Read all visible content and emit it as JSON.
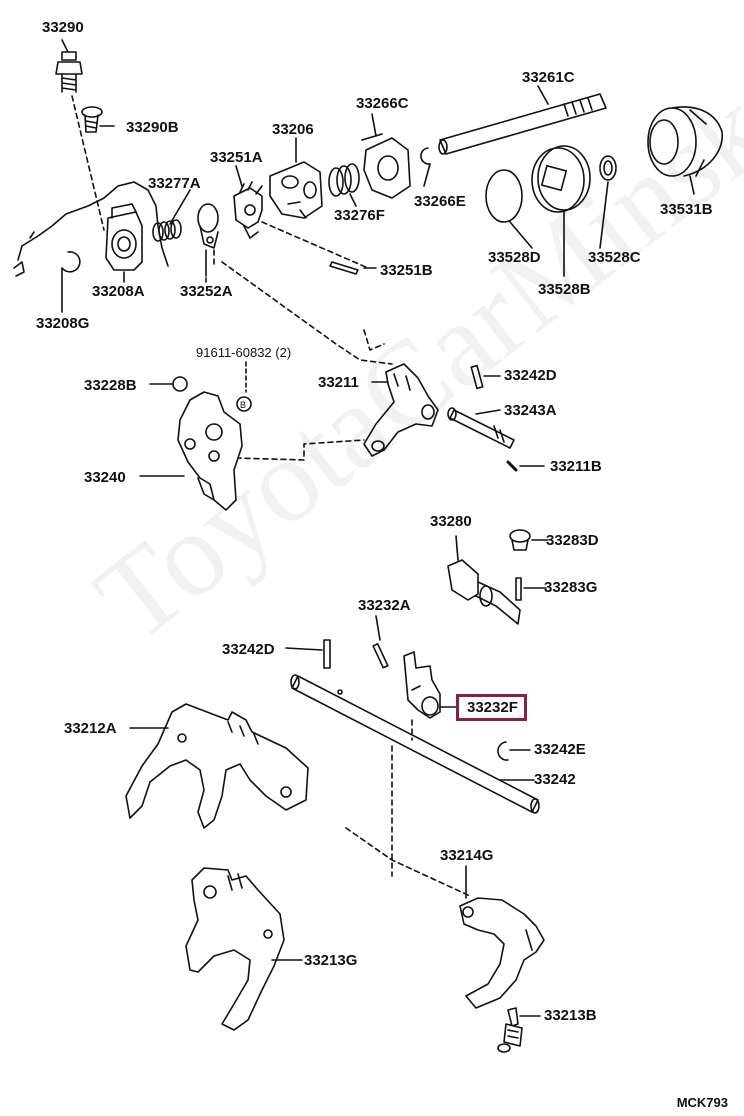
{
  "diagram": {
    "code": "MCK793",
    "watermark": "ToyotaCarMinsk",
    "highlight_color": "#8b1e3f",
    "labels": [
      {
        "id": "33290",
        "text": "33290"
      },
      {
        "id": "33290b",
        "text": "33290B"
      },
      {
        "id": "33266c",
        "text": "33266C"
      },
      {
        "id": "33261c",
        "text": "33261C"
      },
      {
        "id": "33206",
        "text": "33206"
      },
      {
        "id": "33251a",
        "text": "33251A"
      },
      {
        "id": "33277a",
        "text": "33277A"
      },
      {
        "id": "33266e",
        "text": "33266E"
      },
      {
        "id": "33276f",
        "text": "33276F"
      },
      {
        "id": "33531b",
        "text": "33531B"
      },
      {
        "id": "33528d",
        "text": "33528D"
      },
      {
        "id": "33528c",
        "text": "33528C"
      },
      {
        "id": "33528b",
        "text": "33528B"
      },
      {
        "id": "33208a",
        "text": "33208A"
      },
      {
        "id": "33252a",
        "text": "33252A"
      },
      {
        "id": "33251b",
        "text": "33251B"
      },
      {
        "id": "33208g",
        "text": "33208G"
      },
      {
        "id": "91611",
        "text": "91611-60832 (2)"
      },
      {
        "id": "33228b",
        "text": "33228B"
      },
      {
        "id": "33211",
        "text": "33211"
      },
      {
        "id": "33242d-top",
        "text": "33242D"
      },
      {
        "id": "33243a",
        "text": "33243A"
      },
      {
        "id": "33240",
        "text": "33240"
      },
      {
        "id": "33211b",
        "text": "33211B"
      },
      {
        "id": "33280",
        "text": "33280"
      },
      {
        "id": "33283d",
        "text": "33283D"
      },
      {
        "id": "33283g",
        "text": "33283G"
      },
      {
        "id": "33232a",
        "text": "33232A"
      },
      {
        "id": "33242d-mid",
        "text": "33242D"
      },
      {
        "id": "33232f",
        "text": "33232F"
      },
      {
        "id": "33212a",
        "text": "33212A"
      },
      {
        "id": "33242e",
        "text": "33242E"
      },
      {
        "id": "33242",
        "text": "33242"
      },
      {
        "id": "33214g",
        "text": "33214G"
      },
      {
        "id": "33213g",
        "text": "33213G"
      },
      {
        "id": "33213b",
        "text": "33213B"
      }
    ]
  }
}
